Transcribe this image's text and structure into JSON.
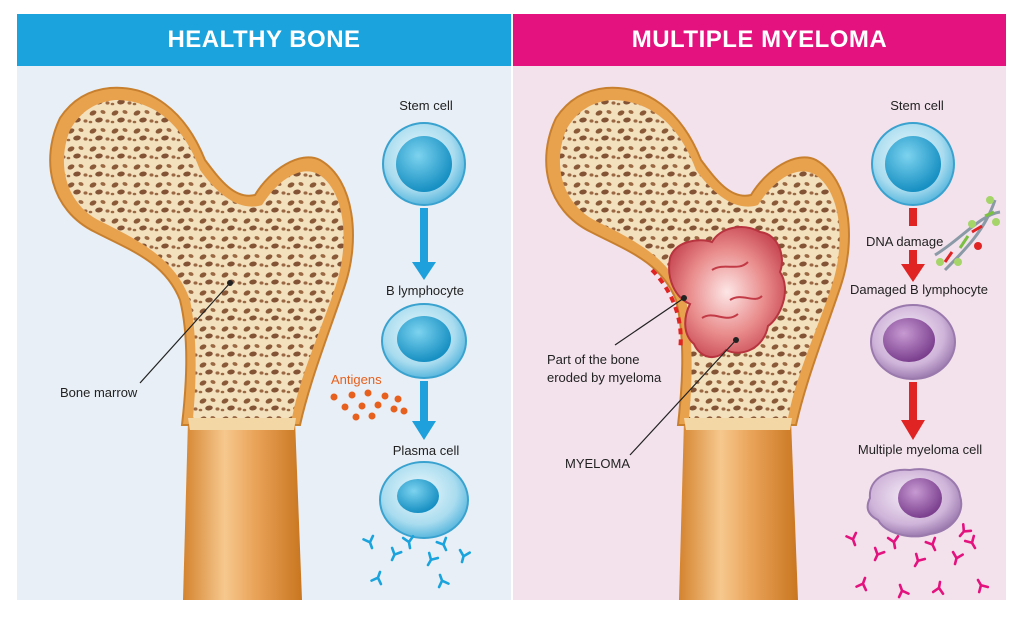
{
  "left": {
    "title": "HEALTHY BONE",
    "labels": {
      "stem_cell": "Stem cell",
      "b_lymphocyte": "B lymphocyte",
      "antigens": "Antigens",
      "plasma_cell": "Plasma cell",
      "bone_marrow": "Bone marrow"
    }
  },
  "right": {
    "title": "MULTIPLE MYELOMA",
    "labels": {
      "stem_cell": "Stem cell",
      "dna_damage": "DNA damage",
      "damaged_b_lymphocyte": "Damaged B lymphocyte",
      "multiple_myeloma_cell": "Multiple myeloma cell",
      "eroded_line1": "Part of the bone",
      "eroded_line2": "eroded by myeloma",
      "myeloma": "MYELOMA"
    }
  },
  "colors": {
    "healthy_accent": "#1aa3dc",
    "myeloma_accent": "#e3127e",
    "arrow_blue": "#1ea0dd",
    "arrow_red": "#e02424",
    "antigen_orange": "#e8601d",
    "bone_tan": "#f1dcb4",
    "bone_orange": "#e9a24f"
  },
  "icons": [
    "stem-cell-icon",
    "b-lymphocyte-icon",
    "plasma-cell-icon",
    "antibody-icon",
    "dna-helix-icon",
    "myeloma-cell-icon"
  ]
}
